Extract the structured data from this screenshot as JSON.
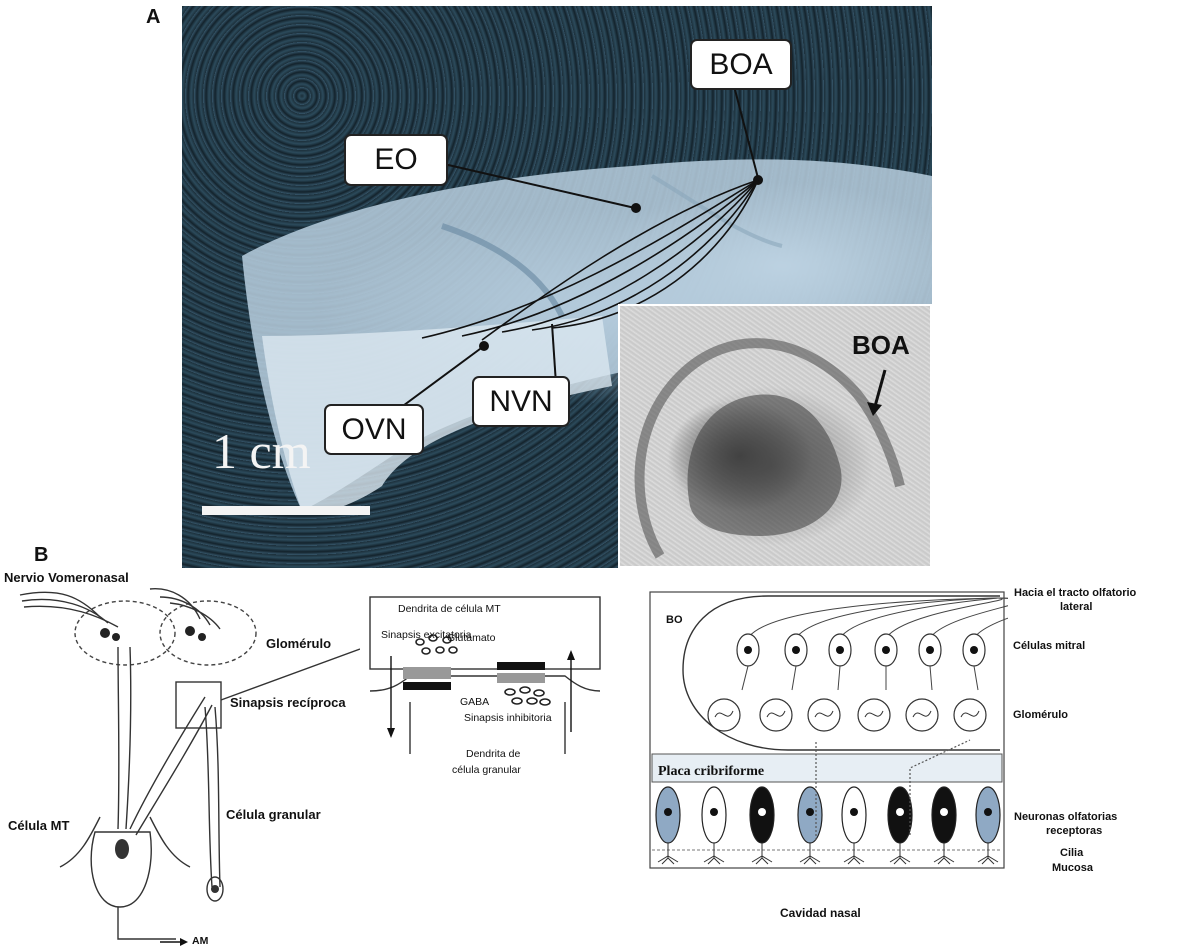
{
  "panel_a": {
    "letter": "A",
    "labels": {
      "eo": "EO",
      "boa": "BOA",
      "ovn": "OVN",
      "nvn": "NVN"
    },
    "scale": "1 cm",
    "inset_label": "BOA"
  },
  "panel_b": {
    "letter": "B",
    "left": {
      "nervio": "Nervio Vomeronasal",
      "glomerulo": "Glomérulo",
      "sinapsis_reciproca": "Sinapsis recíproca",
      "celula_mt": "Célula MT",
      "celula_granular": "Célula granular",
      "am": "AM"
    },
    "middle": {
      "dendrita_mt": "Dendrita de célula MT",
      "sinapsis_excitatoria": "Sinapsis excitatoria",
      "glutamato": "Glutamato",
      "gaba": "GABA",
      "sinapsis_inhibitoria": "Sinapsis inhibitoria",
      "dendrita_granular_1": "Dendrita de",
      "dendrita_granular_2": "célula granular"
    },
    "right": {
      "bo": "BO",
      "placa": "Placa cribriforme",
      "hacia_1": "Hacia el tracto olfatorio",
      "hacia_2": "lateral",
      "celulas_mitral": "Células mitral",
      "glomerulo": "Glomérulo",
      "neuronas_1": "Neuronas olfatorias",
      "neuronas_2": "receptoras",
      "cilia": "Cilia",
      "mucosa": "Mucosa",
      "cavidad": "Cavidad nasal"
    }
  },
  "colors": {
    "neuron_fill": "#8fa9c4",
    "black_neuron": "#111111"
  }
}
